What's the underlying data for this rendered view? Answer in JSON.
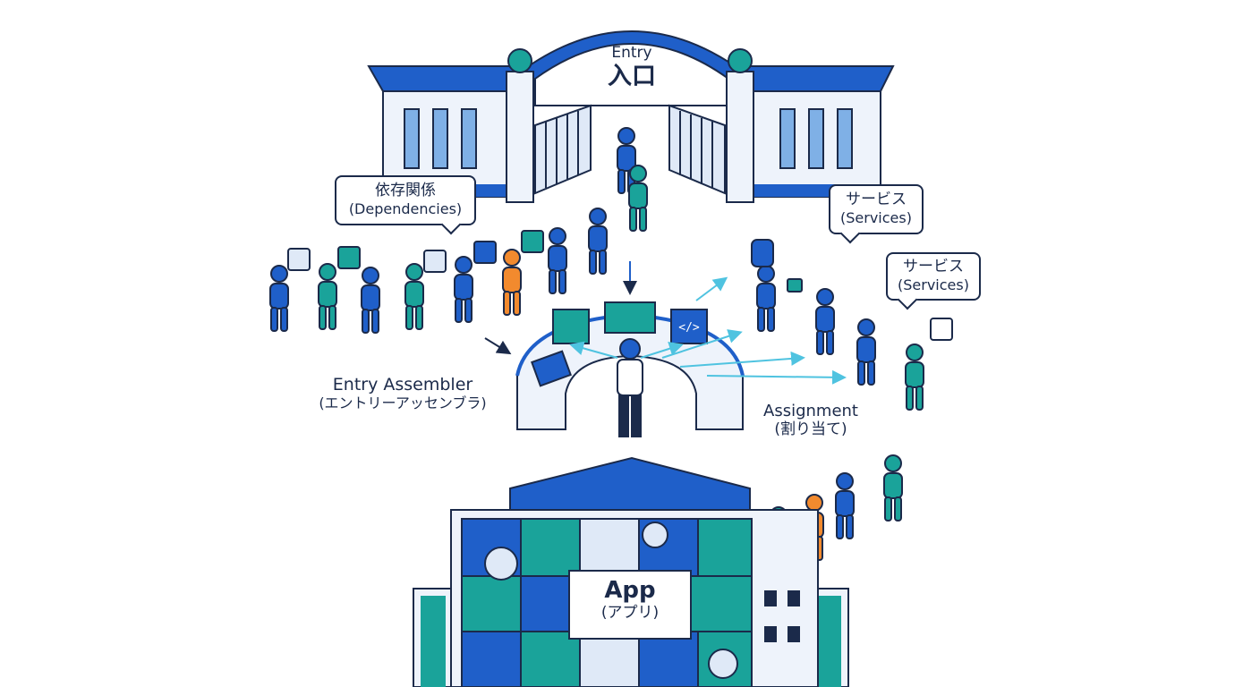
{
  "gate": {
    "label_en": "Entry",
    "label_ja": "入口"
  },
  "dependencies_bubble": {
    "ja": "依存関係",
    "en": "(Dependencies)"
  },
  "services_bubble_1": {
    "ja": "サービス",
    "en": "(Services)"
  },
  "services_bubble_2": {
    "ja": "サービス",
    "en": "(Services)"
  },
  "assembler": {
    "en": "Entry Assembler",
    "ja": "(エントリーアッセンブラ)"
  },
  "assignment": {
    "en": "Assignment",
    "ja": "(割り当て)"
  },
  "app": {
    "en": "App",
    "ja": "(アプリ)"
  },
  "colors": {
    "navy": "#1b2a4a",
    "blue": "#1f5fc9",
    "teal": "#1aa39a",
    "light_blue": "#dfe9f7",
    "orange": "#f28a2e",
    "cyan": "#4fc3e0"
  },
  "icons": [
    "gate-icon",
    "gear-icon",
    "flow-icon",
    "list-icon",
    "database-icon",
    "lock-icon",
    "bell-icon",
    "code-icon",
    "puzzle-icon"
  ]
}
